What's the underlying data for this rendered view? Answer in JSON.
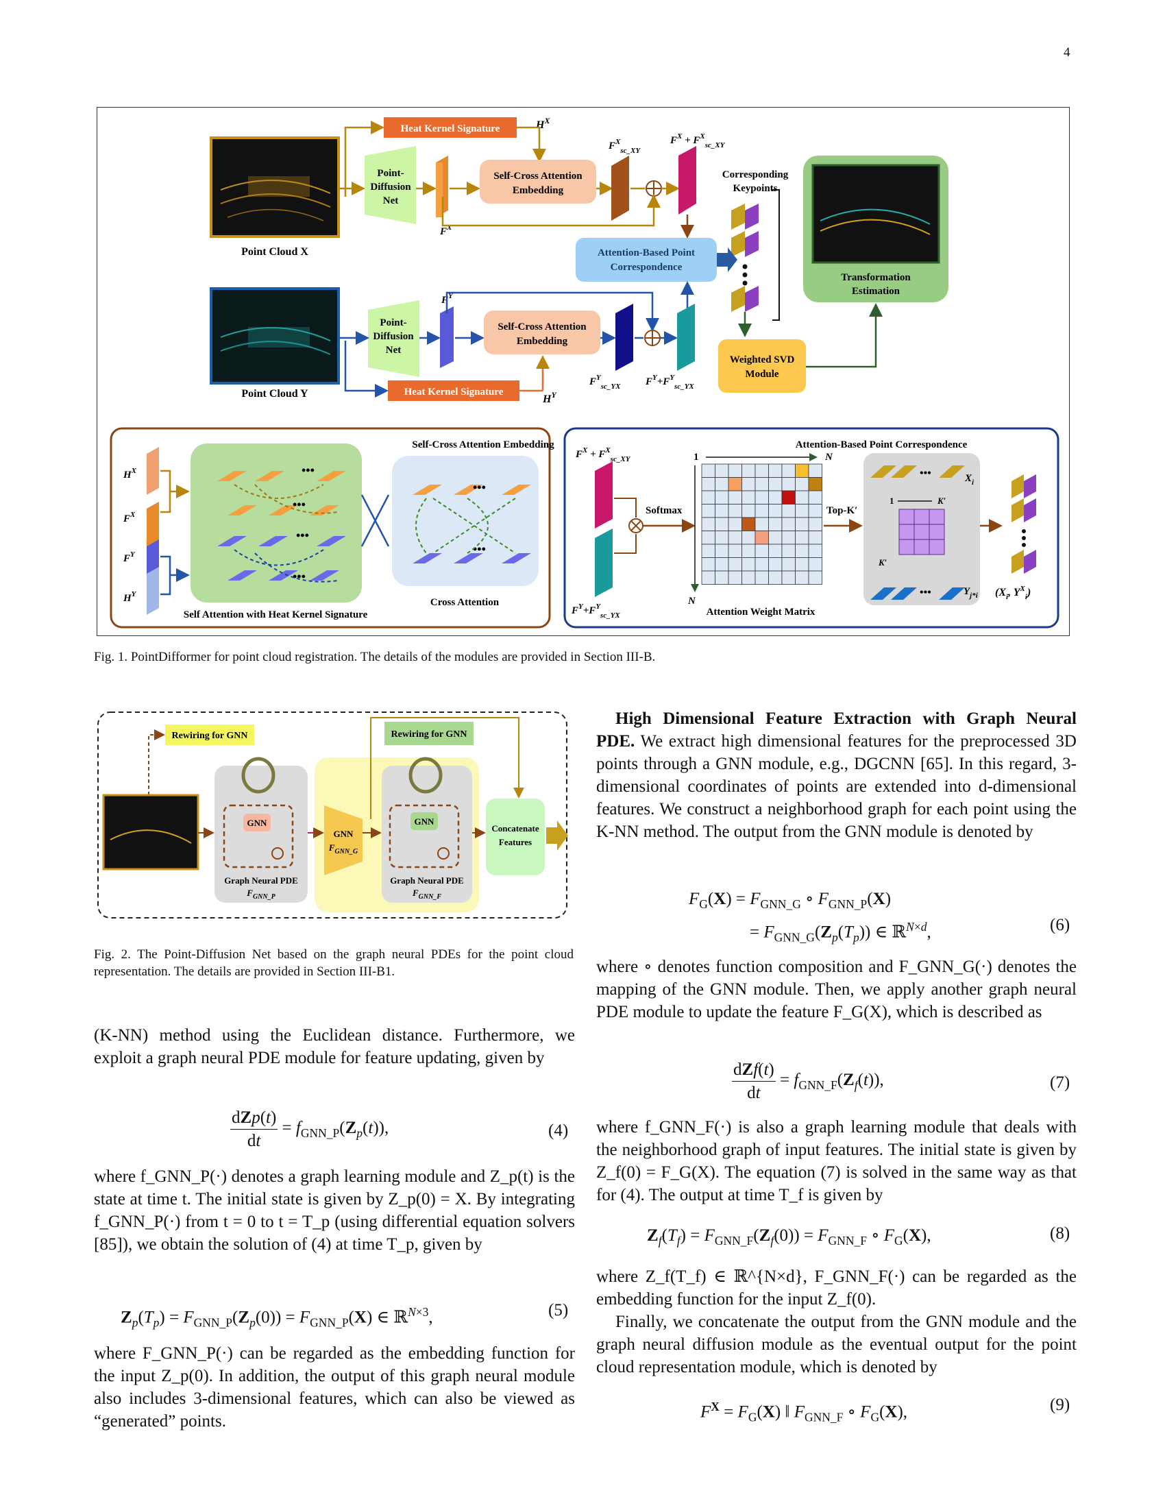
{
  "page_number": "4",
  "figure1": {
    "caption": "Fig. 1.  PointDifformer for point cloud registration. The details of the modules are provided in Section III-B.",
    "top": {
      "heat_kernel": "Heat Kernel Signature",
      "point_diffusion": [
        "Point-",
        "Diffusion",
        "Net"
      ],
      "self_cross": [
        "Self-Cross Attention",
        "Embedding"
      ],
      "corresponding": [
        "Corresponding",
        "Keypoints"
      ],
      "attention_corr": [
        "Attention-Based  Point",
        "Correspondence"
      ],
      "transformation": [
        "Transformation",
        "Estimation"
      ],
      "weighted_svd": [
        "Weighted SVD",
        "Module"
      ],
      "point_cloud_x": "Point Cloud X",
      "point_cloud_y": "Point Cloud Y"
    },
    "left_panel": {
      "title": "Self-Cross Attention Embedding",
      "self_attention": "Self Attention with Heat Kernel Signature",
      "cross_attention": "Cross Attention"
    },
    "right_panel": {
      "title": "Attention-Based  Point Correspondence",
      "softmax": "Softmax",
      "topk": "Top-K′",
      "matrix_label": "Attention Weight Matrix",
      "one": "1",
      "n": "N"
    }
  },
  "figure2": {
    "caption": "Fig. 2.  The Point-Diffusion Net based on the graph neural PDEs for the point cloud representation. The details are provided in Section III-B1.",
    "rewiring": "Rewiring for GNN",
    "gnn": "GNN",
    "gnn_pde": "Graph Neural PDE",
    "concat": [
      "Concatenate",
      "Features"
    ]
  },
  "left_column": {
    "p1": "(K-NN) method using the Euclidean distance. Furthermore, we exploit a graph neural PDE module for feature updating, given by",
    "eq4_no": "(4)",
    "p2": "where f_GNN_P(·) denotes a graph learning module and Z_p(t) is the state at time t. The initial state is given by Z_p(0) = X. By integrating f_GNN_P(·) from t = 0 to t = T_p (using differential equation solvers [85]), we obtain the solution of (4) at time T_p, given by",
    "eq5_no": "(5)",
    "p3": "where F_GNN_P(·) can be regarded as the embedding function for the input Z_p(0). In addition, the output of this graph neural module also includes 3-dimensional features, which can also be viewed as “generated” points."
  },
  "right_column": {
    "heading": "High Dimensional Feature Extraction with Graph Neural PDE.",
    "p1": "We extract high dimensional features for the preprocessed 3D points through a GNN module, e.g., DGCNN [65]. In this regard, 3-dimensional coordinates of points are extended into d-dimensional features. We construct a neighborhood graph for each point using the K-NN method. The output from the GNN module is denoted by",
    "eq6_no": "(6)",
    "p2": "where ∘ denotes function composition and F_GNN_G(·) denotes the mapping of the GNN module. Then, we apply another graph neural PDE module to update the feature F_G(X), which is described as",
    "eq7_no": "(7)",
    "p3": "where f_GNN_F(·) is also a graph learning module that deals with the neighborhood graph of input features. The initial state is given by Z_f(0) = F_G(X). The equation (7) is solved in the same way as that for (4). The output at time T_f is given by",
    "eq8_no": "(8)",
    "p4": "where Z_f(T_f) ∈ ℝ^{N×d}, F_GNN_F(·) can be regarded as the embedding function for the input Z_f(0).",
    "p5": "Finally, we concatenate the output from the GNN module and the graph neural diffusion module as the eventual output for the point cloud representation module, which is denoted by",
    "eq9_no": "(9)"
  }
}
